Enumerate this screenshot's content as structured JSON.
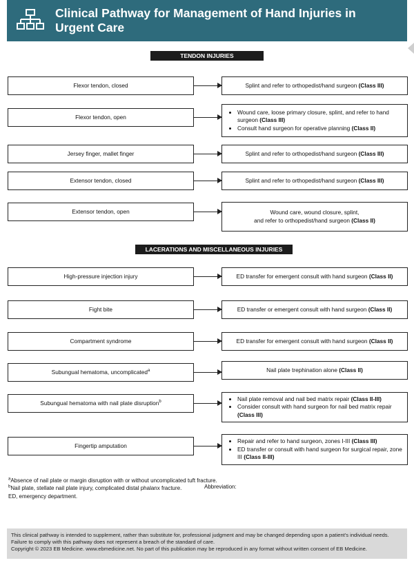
{
  "header": {
    "title": "Clinical Pathway for Management of Hand Injuries in Urgent Care",
    "icon": "flowchart-icon",
    "background": "#2e6b7c"
  },
  "sections": {
    "tendon": "TENDON INJURIES",
    "lacerations": "LACERATIONS AND MISCELLANEOUS INJURIES"
  },
  "rows": [
    {
      "condition": "Flexor tendon, closed",
      "action_text": "Splint and refer to orthopedist/hand surgeon",
      "action_class": "(Class III)"
    },
    {
      "condition": "Flexor tendon, open",
      "bullets": [
        {
          "text": "Wound care, loose primary closure, splint, and refer to hand surgeon",
          "class": "(Class III)"
        },
        {
          "text": "Consult hand surgeon for operative planning ",
          "class": "(Class II)"
        }
      ]
    },
    {
      "condition": "Jersey finger, mallet finger",
      "action_text": "Splint and refer to orthopedist/hand surgeon",
      "action_class": "(Class III)"
    },
    {
      "condition": "Extensor tendon, closed",
      "action_text": "Splint and refer to orthopedist/hand surgeon",
      "action_class": "(Class III)"
    },
    {
      "condition": "Extensor tendon, open",
      "action_line1": "Wound care, wound closure, splint,",
      "action_text": "and refer to orthopedist/hand surgeon",
      "action_class": "(Class II)"
    },
    {
      "condition": "High-pressure injection injury",
      "action_text": "ED transfer for emergent consult with hand surgeon",
      "action_class": "(Class II)"
    },
    {
      "condition": "Fight bite",
      "action_text": "ED transfer or emergent consult with hand surgeon",
      "action_class": "(Class II)"
    },
    {
      "condition": "Compartment syndrome",
      "action_text": "ED transfer for emergent consult with hand surgeon",
      "action_class": "(Class II)"
    },
    {
      "condition": "Subungual hematoma, uncomplicated",
      "sup": "a",
      "action_text": "Nail plate trephination alone",
      "action_class": "(Class II)"
    },
    {
      "condition": "Subungual hematoma with nail plate disruption",
      "sup": "b",
      "bullets": [
        {
          "text": "Nail plate removal and nail bed matrix repair",
          "class": "(Class II-III)"
        },
        {
          "text": "Consider consult with hand surgeon for nail bed matrix repair",
          "class": "(Class III)"
        }
      ]
    },
    {
      "condition": "Fingertip amputation",
      "bullets": [
        {
          "text": "Repair and refer to hand surgeon, zones I-III",
          "class": "(Class III)"
        },
        {
          "text": "ED transfer or consult with hand surgeon for surgical repair, zone III",
          "class": "(Class II-III)"
        }
      ]
    }
  ],
  "footnotes": {
    "a_mark": "a",
    "a": "Absence of nail plate or margin disruption with or without uncomplicated tuft fracture.",
    "b_mark": "b",
    "b": "Nail plate, stellate nail plate injury, complicated distal phalanx fracture.",
    "abbrev_label": "Abbreviation:",
    "abbrev": "ED, emergency department."
  },
  "disclaimer": {
    "line1": "This clinical pathway is intended to supplement, rather than substitute for, professional judgment and may be changed depending upon a patient's individual needs. Failure to comply with this pathway does not represent a breach of the standard of care.",
    "line2": "Copyright © 2023 EB Medicine. www.ebmedicine.net. No part of this publication may be reproduced in any format without written consent of EB Medicine."
  }
}
